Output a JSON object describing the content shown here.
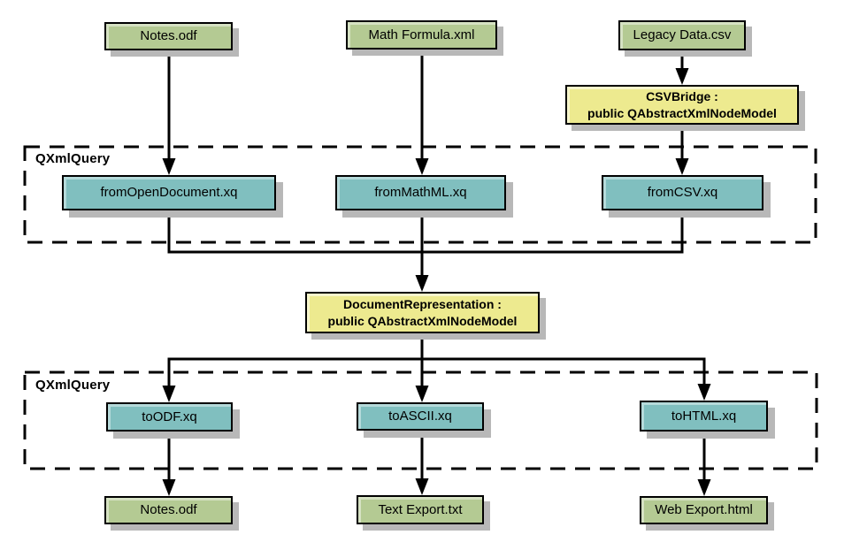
{
  "groups": [
    {
      "label": "QXmlQuery"
    },
    {
      "label": "QXmlQuery"
    }
  ],
  "nodes": {
    "notes_top": {
      "label": "Notes.odf",
      "type": "file"
    },
    "math_formula": {
      "label": "Math Formula.xml",
      "type": "file"
    },
    "legacy_data": {
      "label": "Legacy Data.csv",
      "type": "file"
    },
    "csv_bridge": {
      "line1": "CSVBridge :",
      "line2": "public QAbstractXmlNodeModel",
      "type": "model"
    },
    "from_opendocument": {
      "label": "fromOpenDocument.xq",
      "type": "query"
    },
    "from_mathml": {
      "label": "fromMathML.xq",
      "type": "query"
    },
    "from_csv": {
      "label": "fromCSV.xq",
      "type": "query"
    },
    "document_representation": {
      "line1": "DocumentRepresentation :",
      "line2": "public QAbstractXmlNodeModel",
      "type": "model"
    },
    "to_odf": {
      "label": "toODF.xq",
      "type": "query"
    },
    "to_ascii": {
      "label": "toASCII.xq",
      "type": "query"
    },
    "to_html": {
      "label": "toHTML.xq",
      "type": "query"
    },
    "notes_bottom": {
      "label": "Notes.odf",
      "type": "file"
    },
    "text_export": {
      "label": "Text Export.txt",
      "type": "file"
    },
    "web_export": {
      "label": "Web Export.html",
      "type": "file"
    }
  },
  "edges": [
    {
      "from": "notes_top",
      "to": "from_opendocument"
    },
    {
      "from": "math_formula",
      "to": "from_mathml"
    },
    {
      "from": "legacy_data",
      "to": "csv_bridge"
    },
    {
      "from": "csv_bridge",
      "to": "from_csv"
    },
    {
      "from": "from_opendocument",
      "to": "document_representation"
    },
    {
      "from": "from_mathml",
      "to": "document_representation"
    },
    {
      "from": "from_csv",
      "to": "document_representation"
    },
    {
      "from": "document_representation",
      "to": "to_odf"
    },
    {
      "from": "document_representation",
      "to": "to_ascii"
    },
    {
      "from": "document_representation",
      "to": "to_html"
    },
    {
      "from": "to_odf",
      "to": "notes_bottom"
    },
    {
      "from": "to_ascii",
      "to": "text_export"
    },
    {
      "from": "to_html",
      "to": "web_export"
    }
  ],
  "colors": {
    "file_fill": "#b4ca93",
    "query_fill": "#80bfbf",
    "model_fill": "#edea8f",
    "shadow": "#b8b8b8",
    "line": "#000000",
    "background": "#ffffff"
  }
}
